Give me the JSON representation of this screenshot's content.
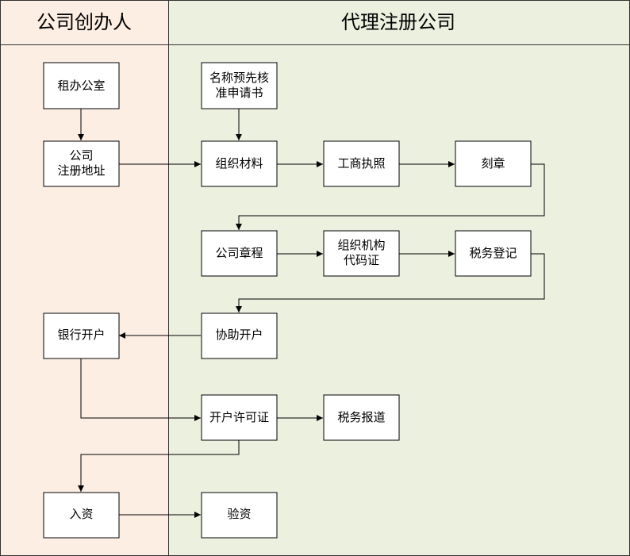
{
  "lanes": {
    "founder": {
      "title": "公司创办人",
      "color": "#fdeee4"
    },
    "agent": {
      "title": "代理注册公司",
      "color": "#ebf0df"
    }
  },
  "nodes": {
    "rent_office": [
      "租办公室"
    ],
    "company_address": [
      "公司",
      "注册地址"
    ],
    "name_approval": [
      "名称预先核",
      "准申请书"
    ],
    "prepare_materials": [
      "组织材料"
    ],
    "business_license": [
      "工商执照"
    ],
    "seal": [
      "刻章"
    ],
    "articles": [
      "公司章程"
    ],
    "org_code": [
      "组织机构",
      "代码证"
    ],
    "tax_registration": [
      "税务登记"
    ],
    "assist_account": [
      "协助开户"
    ],
    "bank_account": [
      "银行开户"
    ],
    "account_permit": [
      "开户许可证"
    ],
    "tax_report": [
      "税务报道"
    ],
    "capital_injection": [
      "入资"
    ],
    "capital_verification": [
      "验资"
    ]
  }
}
